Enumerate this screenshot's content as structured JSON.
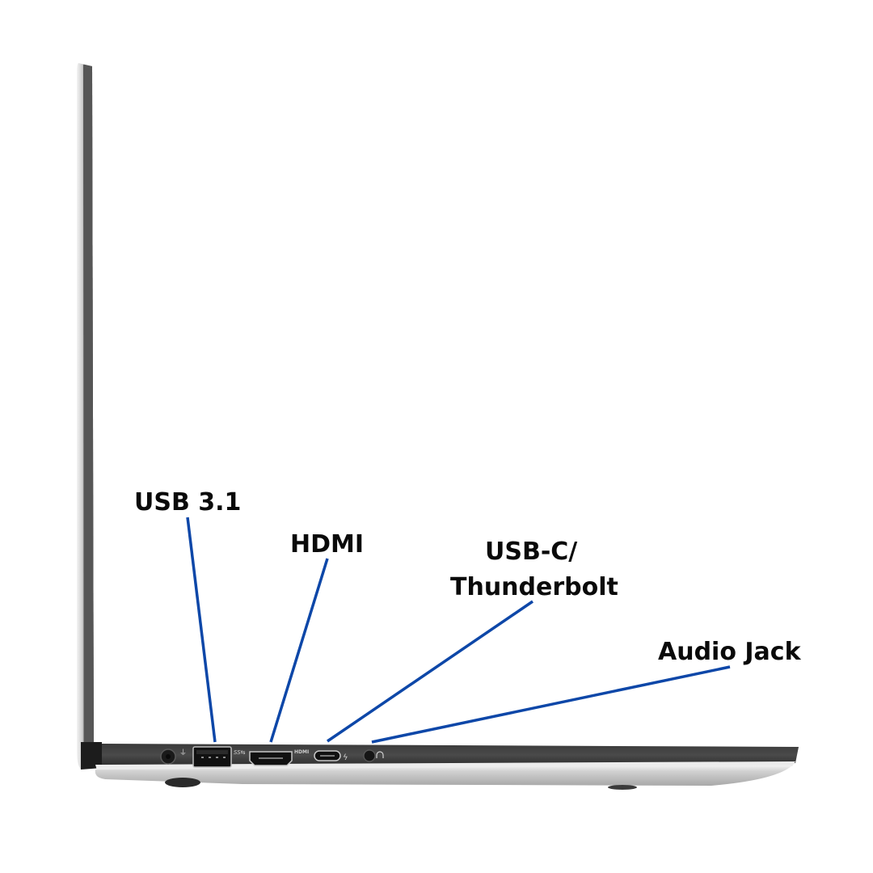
{
  "diagram": {
    "subject": "Laptop side profile (left side ports)",
    "leader_color": "#0d47a8",
    "labels": [
      {
        "id": "usb31",
        "text": "USB 3.1"
      },
      {
        "id": "hdmi",
        "text": "HDMI"
      },
      {
        "id": "usbc_line1",
        "text": "USB-C/"
      },
      {
        "id": "usbc_line2",
        "text": "Thunderbolt"
      },
      {
        "id": "audio",
        "text": "Audio Jack"
      }
    ],
    "port_markings": {
      "usb": "SS⇆",
      "hdmi": "HDMI",
      "thunderbolt": "ϟ",
      "audio": "🎧"
    }
  }
}
